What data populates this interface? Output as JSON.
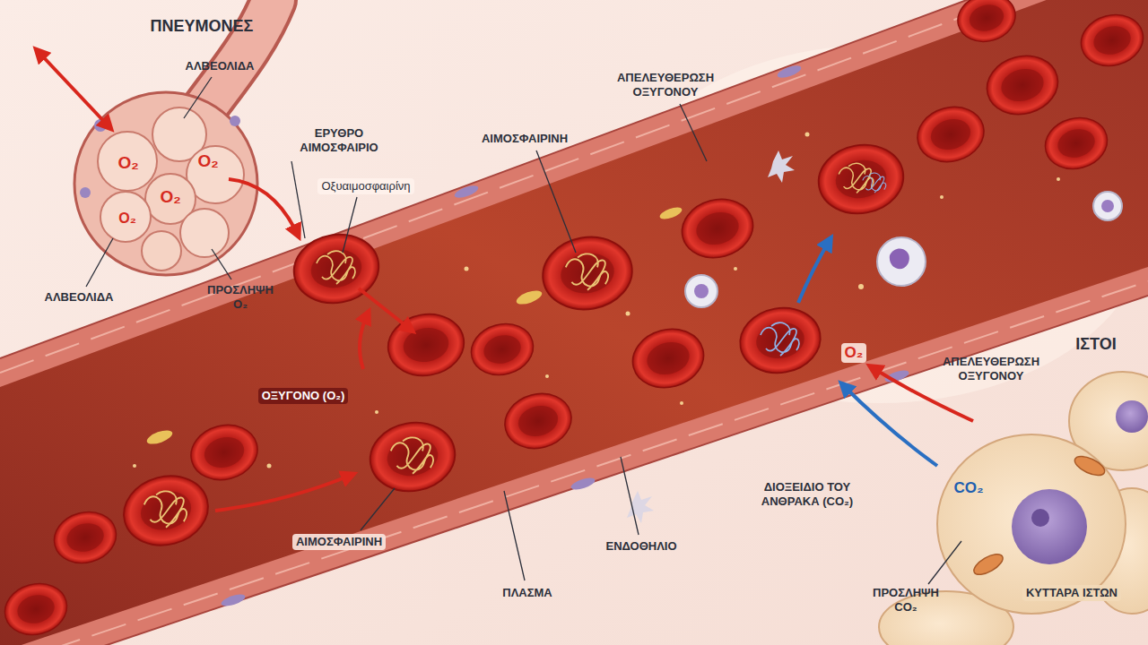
{
  "diagram": {
    "labels": [
      "ΠΝΕΥΜΟΝΕΣ",
      "ΑΛΒΕΟΛΙΔΑ",
      "O₂",
      "O₂",
      "O₂",
      "O₂",
      "ΑΛΒΕΟΛΙΔΑ",
      "ΠΡΟΣΛΗΨΗ O₂",
      "ΕΡΥΘΡΟ ΑΙΜΟΣΦΑΙΡΙΟ",
      "Οξυαιμοσφαιρίνη",
      "ΑΙΜΟΣΦΑΙΡΙΝΗ",
      "ΑΠΕΛΕΥΘΕΡΩΣΗ ΟΞΥΓΟΝΟΥ",
      "ΟΞΥΓΟΝΟ (O₂)",
      "ΑΙΜΟΣΦΑΙΡΙΝΗ",
      "ΠΛΑΣΜΑ",
      "ΕΝΔΟΘΗΛΙΟ",
      "O₂",
      "ΑΠΕΛΕΥΘΕΡΩΣΗ ΟΞΥΓΟΝΟΥ",
      "ΙΣΤΟΙ",
      "CO₂",
      "ΔΙΟΞΕΙΔΙΟ ΤΟΥ ΑΝΘΡΑΚΑ (CO₂)",
      "ΠΡΟΣΛΗΨΗ CO₂",
      "ΚΥΤΤΑΡΑ ΙΣΤΩΝ"
    ]
  }
}
